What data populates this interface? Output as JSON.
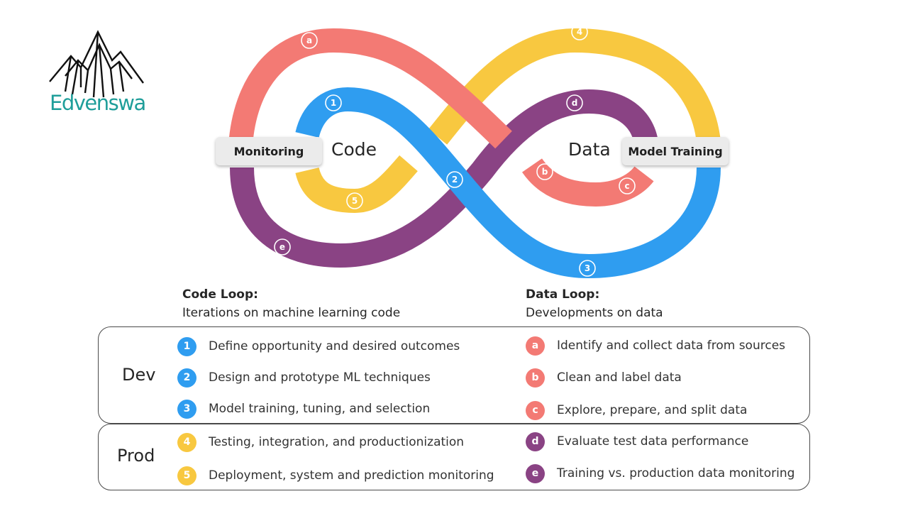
{
  "brand": {
    "name": "Edvenswa",
    "color": "#1f9e9a"
  },
  "colors": {
    "coral": "#f37a74",
    "yellow": "#f8c840",
    "blue": "#2f9df0",
    "purple": "#8a4384"
  },
  "diagram": {
    "monitoring_label": "Monitoring",
    "model_training_label": "Model Training",
    "code_word": "Code",
    "data_word": "Data",
    "markers": {
      "a": "a",
      "b": "b",
      "c": "c",
      "d": "d",
      "e": "e",
      "one": "1",
      "two": "2",
      "three": "3",
      "four": "4",
      "five": "5"
    }
  },
  "code_loop": {
    "title": "Code Loop:",
    "subtitle": "Iterations on machine learning code"
  },
  "data_loop": {
    "title": "Data Loop:",
    "subtitle": "Developments on data"
  },
  "rows": {
    "dev": "Dev",
    "prod": "Prod"
  },
  "code_items": [
    {
      "badge": "1",
      "text": "Define opportunity and desired outcomes",
      "color": "#2f9df0"
    },
    {
      "badge": "2",
      "text": "Design and prototype ML techniques",
      "color": "#2f9df0"
    },
    {
      "badge": "3",
      "text": "Model training, tuning, and selection",
      "color": "#2f9df0"
    },
    {
      "badge": "4",
      "text": "Testing, integration, and productionization",
      "color": "#f8c840"
    },
    {
      "badge": "5",
      "text": "Deployment, system and prediction monitoring",
      "color": "#f8c840"
    }
  ],
  "data_items": [
    {
      "badge": "a",
      "text": "Identify and collect data from sources",
      "color": "#f37a74"
    },
    {
      "badge": "b",
      "text": "Clean and label data",
      "color": "#f37a74"
    },
    {
      "badge": "c",
      "text": "Explore, prepare, and split data",
      "color": "#f37a74"
    },
    {
      "badge": "d",
      "text": "Evaluate test data performance",
      "color": "#8a4384"
    },
    {
      "badge": "e",
      "text": "Training vs. production data monitoring",
      "color": "#8a4384"
    }
  ]
}
